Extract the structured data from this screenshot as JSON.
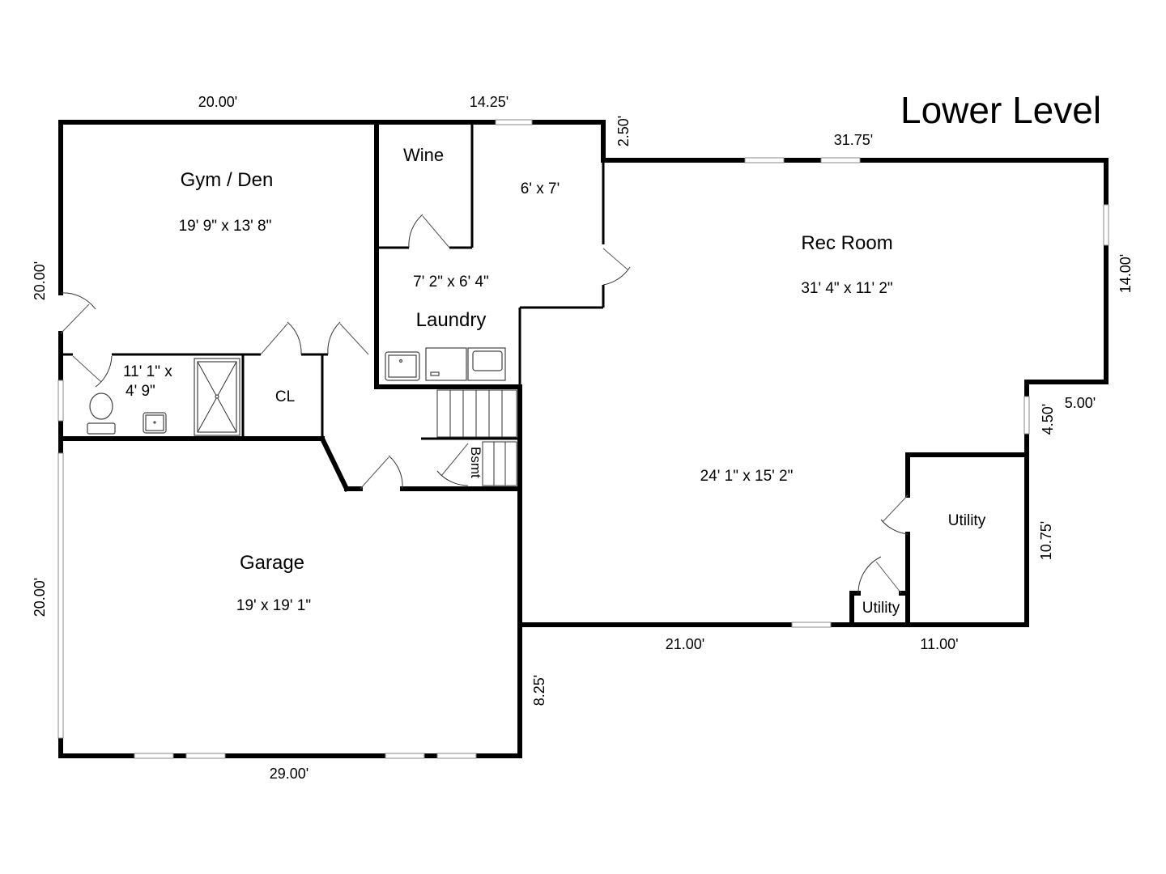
{
  "title": "Lower Level",
  "rooms": {
    "gym": {
      "name": "Gym / Den",
      "dims": "19' 9\" x 13' 8\""
    },
    "wine": {
      "name": "Wine"
    },
    "storage": {
      "dims": "6' x 7'"
    },
    "laundry": {
      "name": "Laundry",
      "dims": "7' 2\" x 6' 4\""
    },
    "bath": {
      "dims_line1": "11' 1\" x",
      "dims_line2": "4' 9\""
    },
    "closet": {
      "name": "CL"
    },
    "stairs": {
      "name": "Bsmt"
    },
    "rec": {
      "name": "Rec Room",
      "dims": "31' 4\" x 11' 2\"",
      "dims_lower": "24' 1\" x 15' 2\""
    },
    "utility_large": {
      "name": "Utility"
    },
    "utility_small": {
      "name": "Utility"
    },
    "garage": {
      "name": "Garage",
      "dims": "19' x 19' 1\""
    }
  },
  "dimensions": {
    "top_gym": "20.00'",
    "top_laundry": "14.25'",
    "step_up": "2.50'",
    "top_rec": "31.75'",
    "right_rec": "14.00'",
    "right_step": "5.00'",
    "right_step_v": "4.50'",
    "right_utility": "10.75'",
    "bottom_rec": "21.00'",
    "bottom_utility": "11.00'",
    "left_gym": "20.00'",
    "left_garage": "20.00'",
    "bottom_garage": "29.00'",
    "garage_right": "8.25'"
  }
}
